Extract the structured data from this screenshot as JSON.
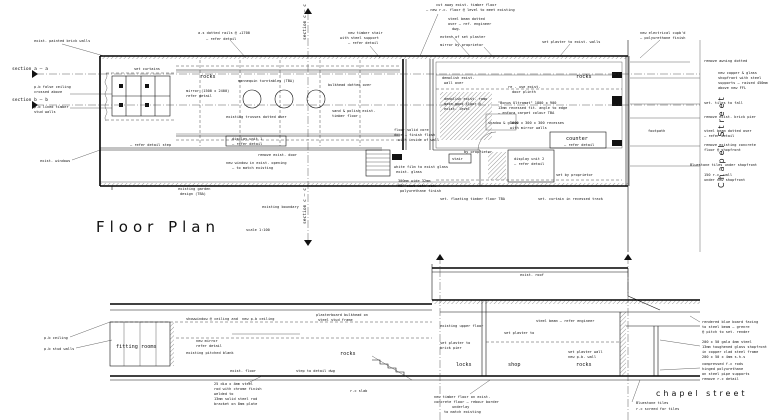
{
  "plan": {
    "title": "Floor Plan",
    "scale": "scale 1:100",
    "street": "Chapel  Street",
    "section_markers": {
      "aa": "section a — a",
      "bb": "section b — b",
      "cc_top": "section c — c",
      "cc_bottom": "section c — c"
    },
    "labels": {
      "exist_painted_brick_walls": "exist. painted brick walls",
      "as_dotted_rails": "a.s dotted rails @ +1700",
      "refer_detail": "— refer detail",
      "new_timber_stair": "new timber stair",
      "with_steel_support": "with steel support",
      "refer_detail_2": "— refer detail",
      "cut_away_exist": "cut away exist. timber floor",
      "new_rc_floor": "— new r.c. floor @ level to meet existing",
      "steel_beam_dotted": "steel beam dotted",
      "over_ref_engineer": "over — ref. engineer",
      "dwg": "dwg.",
      "extent_of_set_plaster": "extent of set plaster",
      "mirror_by_proprietor": "mirror by proprietor",
      "set_plaster_to_exist_walls": "set plaster to exist. walls",
      "new_electrical_cupboard": "new electrical cupb'd",
      "polyurethane_finish": "— polyurethane finish",
      "remove_awning": "remove awning dotted",
      "new_copper_glass": "new copper & glass",
      "shopfront_steel": "shopfront with steel",
      "supports_raised": "supports — raised 450mm",
      "above_new_ffl": "above new FFL",
      "set_tiles_to_fall": "set. tiles to fall",
      "remove_exist_brick_pier": "remove exist. brick pier",
      "steel_beam_dotted_over": "steel beam dotted over",
      "refer_detail_3": "— refer detail",
      "remove_existing_concrete": "remove existing concrete",
      "floor_shopfront": "floor @ shopfront",
      "bluestone_tiles": "Bluestone tiles under shopfront",
      "rc_wall": "150 r.c.  wall",
      "under_new_shopfront": "under new shopfront",
      "footpath": "footpath",
      "pb_false_ceiling": "p.b false ceiling",
      "crossed_above": "crossed above",
      "pb_lined_timber": "p.b lined timber",
      "stud_walls": "stud walls",
      "exist_windows": "exist. windows",
      "set_curtains": "set curtains",
      "rocks": "rocks",
      "rocks_2": "rocks",
      "mannequin_turntables": "mannequin turntables (TBA)",
      "mirror_1500": "mirror (1500 x 2400)",
      "refer_detail_4": "refer detail",
      "existing_trusses": "existing trusses dotted over",
      "bulkhead_dotted": "bulkhead dotted over",
      "sand_polish": "sand & polish exist.",
      "timber_floor": "timber floor",
      "refer_detail_step": "— refer detail step",
      "display_unit_1": "display unit 1",
      "refer_detail_5": "— refer detail",
      "remove_exist_door": "remove exist. door",
      "new_window": "new window in exist. opening",
      "to_match_existing": "— to match existing",
      "existing_garden": "existing garden",
      "design_tba": "design (TBA)",
      "existing_boundary": "existing boundary",
      "floor_solid_core": "floor solid core",
      "door_finish": "door — finish flush",
      "with_inside_wall": "with inside of wall",
      "white_film": "white film to exist glass",
      "exist_glass": "exist. glass",
      "mdf_seat": "300mm wide 32mm",
      "mdf_seat_2": "MDF seat with set.",
      "polyurethane_finish_2": "polyurethane finish",
      "stair": "stair",
      "by_proprietor": "by proprietor",
      "demolish_exist": "demolish exist.",
      "wall_over": "wall over",
      "re_use_exist": "re - use exist.",
      "door_plinth": "door plinth",
      "demolish_exist_ramp": "demolish exist. ramp",
      "make_good_floor": "make good floor @",
      "exist_level": "exist. level",
      "bonus_ultramat": "\"Bonus Ultramat\"  1800 x 900",
      "recessed_13mm": "13mm recessed  fit. angle to edge",
      "enfora_carpet": "— enfora carpet colour TBA",
      "recesses_1600": "1600 x 300 x 300 recesses",
      "with_mirror_walls": "with mirror walls",
      "shadow_glass": "shadow & glass",
      "counter": "counter",
      "refer_detail_6": "— refer detail",
      "display_unit_2": "display unit 2",
      "refer_detail_7": "— refer detail",
      "set_by_proprietor": "set by proprietor",
      "set_floating_timber": "set. floating timber floor TBA",
      "set_curtain_recessed": "set. curtain in recessed track"
    }
  },
  "section": {
    "labels": {
      "exist_roof": "exist. roof",
      "showwindow_cat_and": "showwindow @ ceiling and",
      "new_pb_ceiling": "new p.b ceiling",
      "plasterboard_bulkhead": "plasterboard bulkhead on",
      "steel_stud_frame": "steel stud frame",
      "existing_upper_floor": "existing upper floor",
      "steel_beam_engineer": "steel beam — refer engineer",
      "pb_ceiling": "p.b ceiling",
      "pb_stud_walls": "p.b stud walls",
      "new_mirror": "new mirror",
      "refer_detail": "refer detail",
      "existing_pitched_blank": "existing pitched blank",
      "fitting_rooms": "fitting rooms",
      "exist_floor": "exist. floor",
      "rocks": "rocks",
      "rocks_2": "rocks",
      "step_to_detail": "step to detail dwg",
      "setout_steel": "25 dia x 4mm steel",
      "rod_with_chrome": "rod with chrome finish",
      "welded_to": "welded to",
      "steel_rod_bracket": "13mm solid steel rod",
      "bracket_8mm": "bracket on 8mm plate",
      "rc_slab": "r.c slab",
      "new_timber_floor": "new timber floor on exist.",
      "concrete_floor": "concrete floor — rebour border",
      "underlay": "underlay",
      "to_match_existing": "to match existing",
      "set_plaster_brick": "set plaster to",
      "brick_pier": "brick pier",
      "set_plaster_wall": "set plaster to",
      "new_plasterboard_wall": "set plaster wall",
      "set_plaster_proprietor": "new p.b. wall",
      "rendered_blue_board": "rendered blue board facing",
      "to_steel_beam": "to steel beam — grenre",
      "at_pitch": "@ pitch to set. render",
      "steel_sections": "200 x 50 gala 4mm steel",
      "toughened_glass": "13mm toughened glass shopfront",
      "in_copper_frame": "in copper clad steel frame",
      "steel_pipe_supports": "200 x 50 x 4mm s.h.s",
      "compressed_fc_rods": "compressed f.c rods",
      "hinged_polyurethane": "hinged polyurethane",
      "set_steel_pipe": "on steel pipe supports",
      "remove_rc_detail": "remove r.c detail",
      "bluestone_tiles": "Bluestone tiles",
      "rc_screed": "r.c screed for tiles",
      "chapel_street": "chapel street",
      "locks": "locks",
      "shop": "shop",
      "rocks_3": "rocks"
    }
  }
}
